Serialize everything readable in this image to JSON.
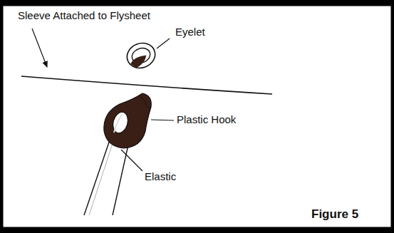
{
  "diagram": {
    "caption": "Figure 5",
    "labels": [
      "Sleeve Attached to Flysheet",
      "Eyelet",
      "Plastic Hook",
      "Elastic"
    ]
  }
}
